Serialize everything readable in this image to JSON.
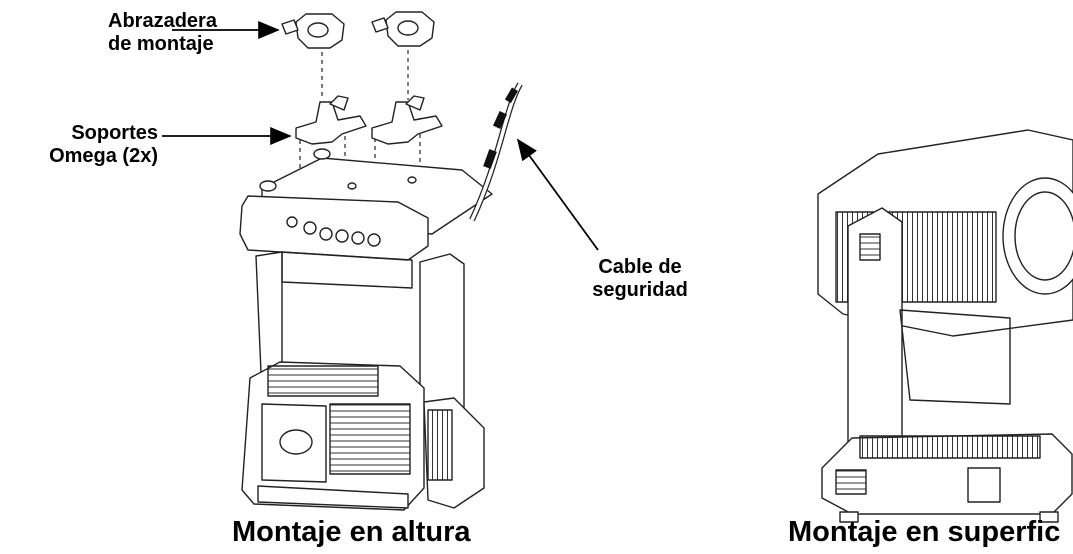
{
  "labels": {
    "mounting_clamp": [
      "Abrazadera",
      "de montaje"
    ],
    "omega_brackets": [
      "Soportes",
      "Omega (2x)"
    ],
    "safety_cable": [
      "Cable de",
      "seguridad"
    ]
  },
  "captions": {
    "overhead": "Montaje en altura",
    "surface": "Montaje en superfic"
  }
}
